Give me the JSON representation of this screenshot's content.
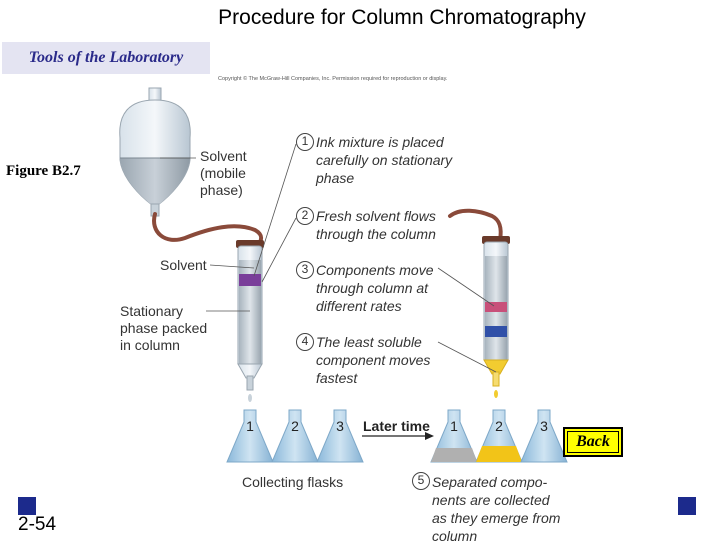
{
  "title": "Procedure for Column Chromatography",
  "section_label": "Tools of the Laboratory",
  "copyright": "Copyright © The McGraw-Hill Companies, Inc. Permission required for reproduction or display.",
  "figure_label": "Figure B2.7",
  "page_number": "2-54",
  "back_button": "Back",
  "labels": {
    "solvent_mobile": [
      "Solvent",
      "(mobile",
      "phase)"
    ],
    "solvent": "Solvent",
    "stationary": [
      "Stationary",
      "phase packed",
      "in column"
    ],
    "later_time": "Later time",
    "collecting_flasks": "Collecting flasks"
  },
  "steps": [
    {
      "num": "1",
      "lines": [
        "Ink mixture is placed",
        "carefully on stationary",
        "phase"
      ]
    },
    {
      "num": "2",
      "lines": [
        "Fresh solvent flows",
        "through the column"
      ]
    },
    {
      "num": "3",
      "lines": [
        "Components move",
        "through column at",
        "different rates"
      ]
    },
    {
      "num": "4",
      "lines": [
        "The least soluble",
        "component moves",
        "fastest"
      ]
    },
    {
      "num": "5",
      "lines": [
        "Separated compo-",
        "nents are collected",
        "as they emerge from",
        "column"
      ]
    }
  ],
  "flask_numbers_left": [
    "1",
    "2",
    "3"
  ],
  "flask_numbers_right": [
    "1",
    "2",
    "3"
  ],
  "colors": {
    "nav_square": "#1c2a8c",
    "back_bg": "#ffff00",
    "tube": "#8a4a3a",
    "band_purple": "#7a3e9a",
    "band_pink": "#c8507a",
    "band_blue": "#3050a8",
    "band_yellow": "#f2cc30",
    "flask": "#a8cce6"
  }
}
